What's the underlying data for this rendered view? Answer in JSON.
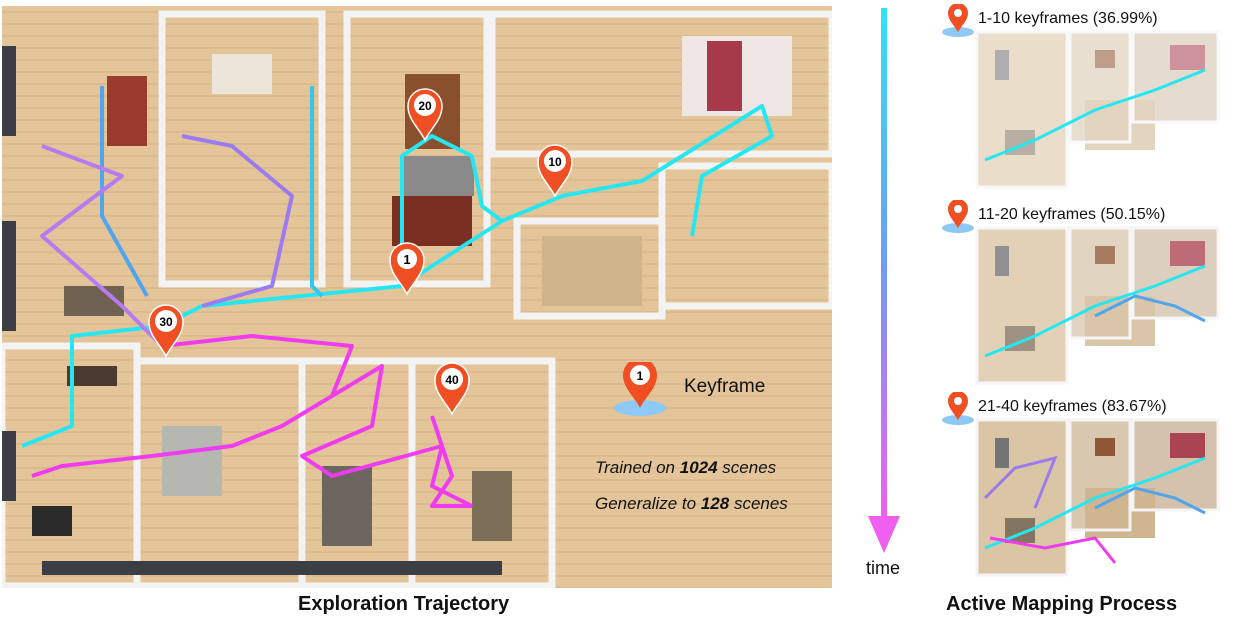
{
  "colors": {
    "marker": "#f04e23",
    "trajectory_start": "#26e6f2",
    "trajectory_end": "#f03cf0",
    "trajectory_mid": "#9b7cf0",
    "floor": "#e3c79e",
    "wall": "#f5f5f5",
    "legend_base": "#8ec9f5"
  },
  "main_map": {
    "keyframes": [
      "1",
      "10",
      "20",
      "30",
      "40"
    ]
  },
  "legend": {
    "marker_number": "1",
    "label": "Keyframe"
  },
  "captions": {
    "train_prefix": "Trained on ",
    "train_count": "1024",
    "train_suffix": " scenes",
    "gen_prefix": "Generalize to ",
    "gen_count": "128",
    "gen_suffix": " scenes"
  },
  "time_axis": {
    "label": "time"
  },
  "panels": [
    {
      "title": "1-10 keyframes (36.99%)",
      "coverage": 36.99
    },
    {
      "title": "11-20 keyframes (50.15%)",
      "coverage": 50.15
    },
    {
      "title": "21-40 keyframes (83.67%)",
      "coverage": 83.67
    }
  ],
  "titles": {
    "left": "Exploration Trajectory",
    "right": "Active Mapping Process"
  }
}
